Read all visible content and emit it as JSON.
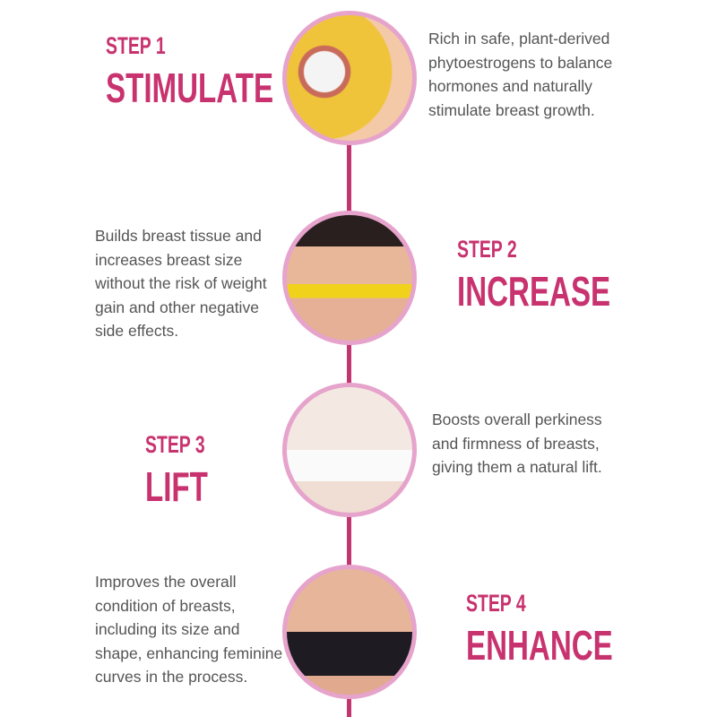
{
  "colors": {
    "accent": "#c8336f",
    "ring": "#e6a3cb",
    "text": "#555555"
  },
  "steps": [
    {
      "label": "STEP 1",
      "title": "STIMULATE",
      "text": "Rich in safe, plant-derived phytoestrogens to balance hormones and naturally stimulate breast growth.",
      "image": "breast-anatomy-illustration"
    },
    {
      "label": "STEP 2",
      "title": "INCREASE",
      "text": "Builds breast tissue and increases breast size without the risk of weight gain and other negative side effects.",
      "image": "measuring-tape-photo"
    },
    {
      "label": "STEP 3",
      "title": "LIFT",
      "text": "Boosts overall perkiness and firmness of breasts, giving them a natural lift.",
      "image": "body-contour-photo"
    },
    {
      "label": "STEP 4",
      "title": "ENHANCE",
      "text": "Improves the overall condition of breasts, including its size and shape, enhancing feminine curves in the process.",
      "image": "bra-photo"
    }
  ]
}
